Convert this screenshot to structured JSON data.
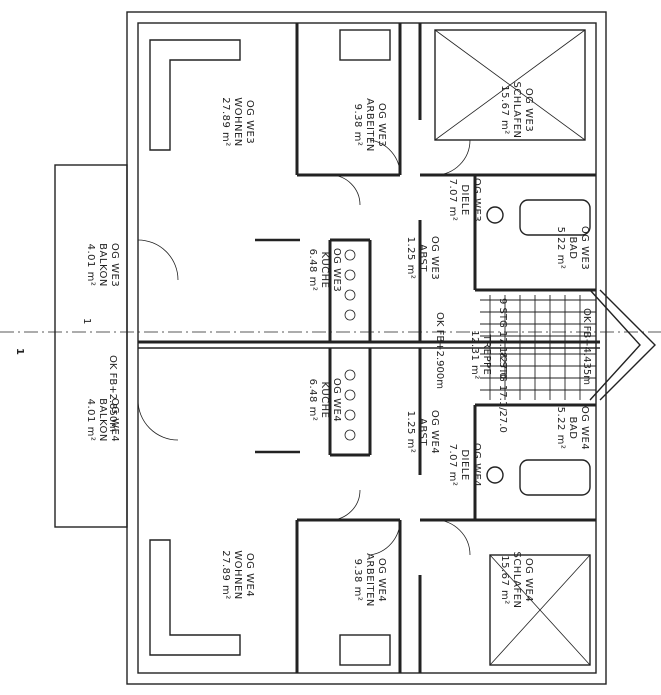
{
  "rooms": [
    {
      "id": "we3-wohnen",
      "unit": "OG WE3",
      "name": "WOHNEN",
      "area": "27.89 m²"
    },
    {
      "id": "we3-arbeiten",
      "unit": "OG WE3",
      "name": "ARBEITEN",
      "area": "9.38 m²"
    },
    {
      "id": "we3-schlafen",
      "unit": "OG WE3",
      "name": "SCHLAFEN",
      "area": "15.67 m²"
    },
    {
      "id": "we3-diele",
      "unit": "OG WE3",
      "name": "DIELE",
      "area": "7.07 m²"
    },
    {
      "id": "we3-bad",
      "unit": "OG WE3",
      "name": "BAD",
      "area": "5.22 m²"
    },
    {
      "id": "we3-abst",
      "unit": "OG WE3",
      "name": "ABST",
      "area": "1.25 m²"
    },
    {
      "id": "we3-kueche",
      "unit": "OG WE3",
      "name": "KÜCHE",
      "area": "6.48 m²"
    },
    {
      "id": "we3-balkon",
      "unit": "OG WE3",
      "name": "BALKON",
      "area": "4.01 m²"
    },
    {
      "id": "treppe",
      "unit": "",
      "name": "TREPPE",
      "area": "12.31 m²"
    },
    {
      "id": "we4-balkon",
      "unit": "OG WE4",
      "name": "BALKON",
      "area": "4.01 m²"
    },
    {
      "id": "we4-kueche",
      "unit": "OG WE4",
      "name": "KÜCHE",
      "area": "6.48 m²"
    },
    {
      "id": "we4-abst",
      "unit": "OG WE4",
      "name": "ABST",
      "area": "1.25 m²"
    },
    {
      "id": "we4-diele",
      "unit": "OG WE4",
      "name": "DIELE",
      "area": "7.07 m²"
    },
    {
      "id": "we4-bad",
      "unit": "OG WE4",
      "name": "BAD",
      "area": "5.22 m²"
    },
    {
      "id": "we4-wohnen",
      "unit": "OG WE4",
      "name": "WOHNEN",
      "area": "27.89 m²"
    },
    {
      "id": "we4-arbeiten",
      "unit": "OG WE4",
      "name": "ARBEITEN",
      "area": "9.38 m²"
    },
    {
      "id": "we4-schlafen",
      "unit": "OG WE4",
      "name": "SCHLAFEN",
      "area": "15.67 m²"
    }
  ],
  "annotations": {
    "floor_level_left": "OK FB+2.850m",
    "floor_level_mid": "OK FB+2.900m",
    "floor_level_right": "OK FB+4.435m",
    "stairs_upper": "9 STG 17.1/27.0",
    "stairs_lower": "8 STG 17.1/27.0",
    "section_marker": "1",
    "section_marker_bottom": "1"
  }
}
